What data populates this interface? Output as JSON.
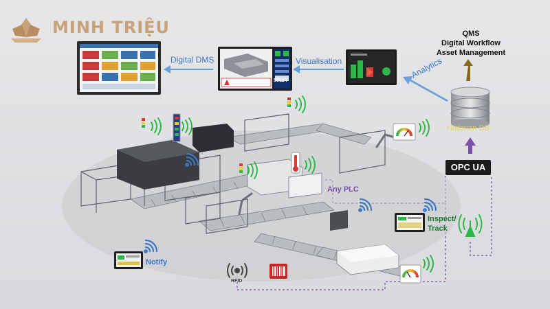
{
  "brand": {
    "name": "MINH TRIỆU",
    "color": "#c9a27a"
  },
  "labels": {
    "qms_line1": "QMS",
    "qms_line2": "Digital Workflow",
    "qms_line3": "Asset Management",
    "digital_dms": "Digital DMS",
    "visualisation": "Visualisation",
    "analytics": "Analytics",
    "historian_db": "Historian DB",
    "opc_ua": "OPC UA",
    "any_plc": "Any PLC",
    "inspect_track": "Inspect/\nTrack",
    "notify": "Notify",
    "rfid": "RFID",
    "panel_serial": "50124"
  },
  "icons": [
    "wifi-icon",
    "stack-light-icon",
    "thermometer-icon",
    "gauge-icon",
    "database-icon",
    "antenna-icon",
    "rfid-icon",
    "barcode-icon",
    "tablet-icon",
    "arrow-icon"
  ],
  "colors": {
    "arrow_blue": "#6a9fd8",
    "line_purple": "#7b4fa8",
    "wifi_green": "#2fb84a",
    "arrow_brown": "#8a6a1c"
  }
}
